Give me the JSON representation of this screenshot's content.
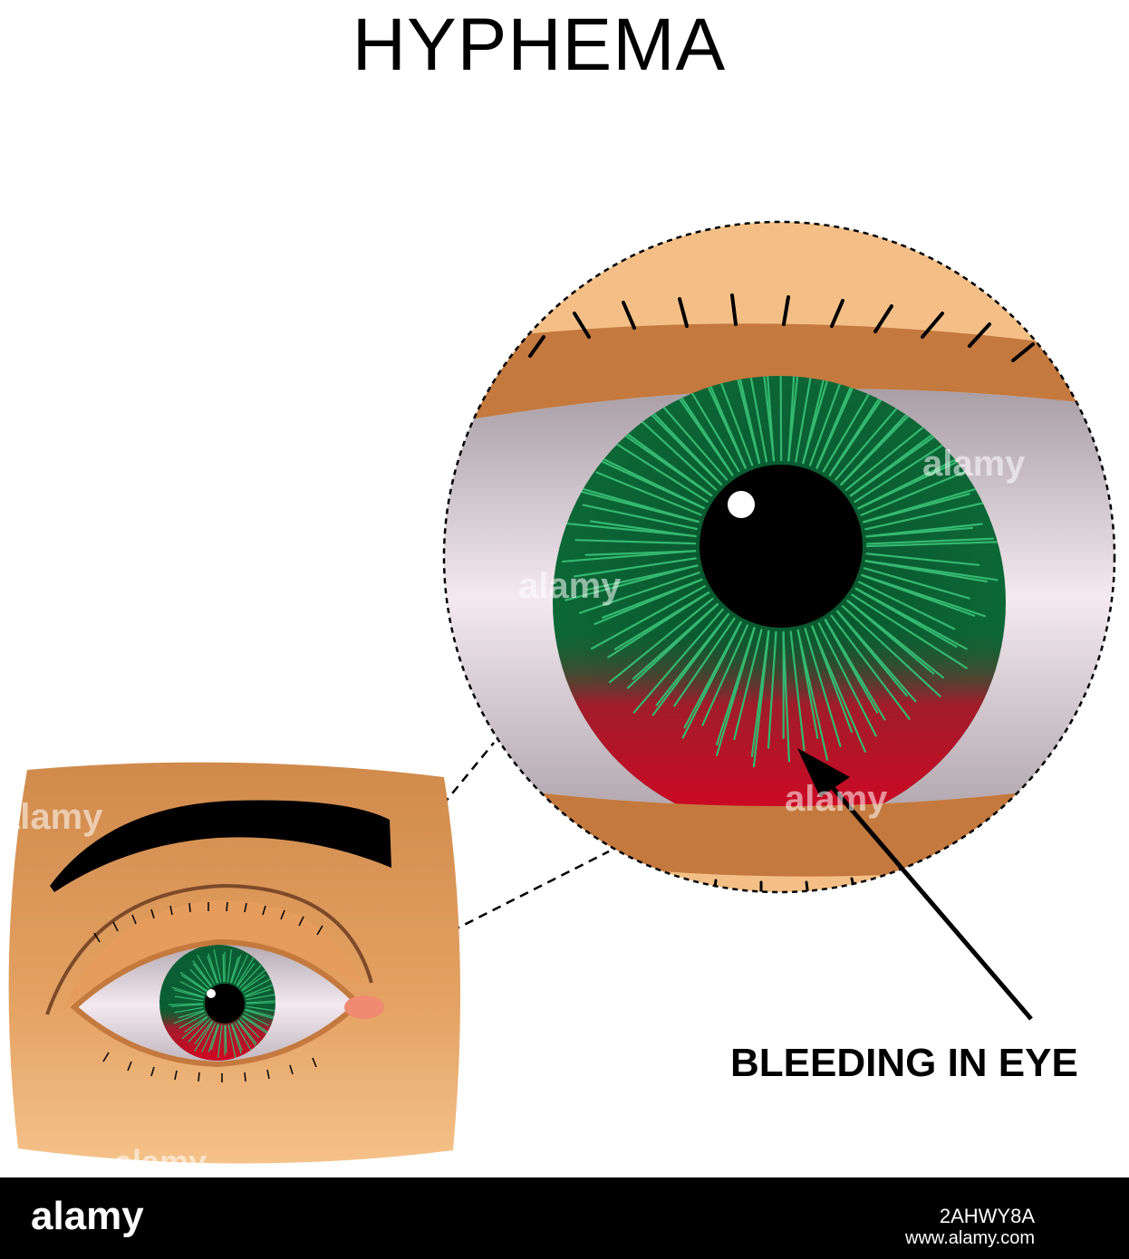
{
  "title": "HYPHEMA",
  "label": "BLEEDING IN EYE",
  "watermark": "alamy",
  "footer": {
    "logo": "alamy",
    "image_id": "2AHWY8A",
    "url": "www.alamy.com"
  },
  "colors": {
    "skin": "#f2b677",
    "lid": "#c4793e",
    "iris": "#0b5e33",
    "hemorrhage": "#d6001c",
    "pupil": "#000000",
    "sclera": "#ece3e9"
  },
  "icons": [
    "arrow-pointer-icon"
  ]
}
